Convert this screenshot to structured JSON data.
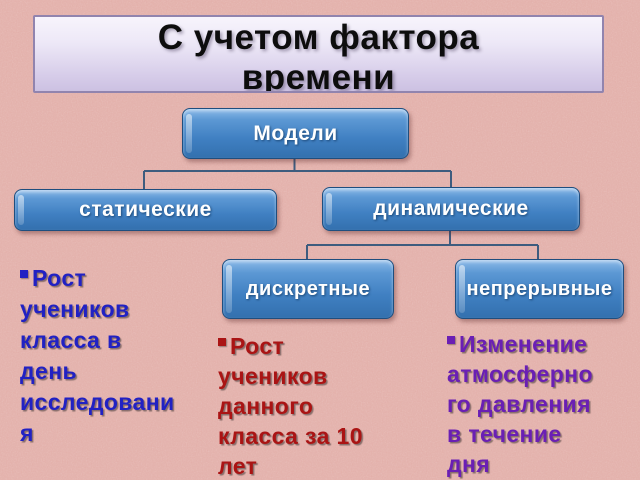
{
  "title": {
    "text": "С учетом фактора времени",
    "lines": [
      "С учетом фактора",
      "времени"
    ]
  },
  "diagram": {
    "root": {
      "label": "Модели"
    },
    "level2": [
      {
        "label": "статические"
      },
      {
        "label": "динамические"
      }
    ],
    "level3": [
      {
        "label": "дискретные"
      },
      {
        "label": "непрерывные"
      }
    ]
  },
  "examples": {
    "static": {
      "marker": "▪",
      "color": "#2121C3",
      "text": "Рост учеников класса в день исследования",
      "lines": [
        "Рост",
        "учеников",
        "класса в",
        "день",
        "исследовани",
        "я"
      ]
    },
    "discrete": {
      "marker": "▪",
      "color": "#AA1414",
      "text": "Рост учеников данного класса за 10 лет",
      "lines": [
        "Рост",
        "учеников",
        "данного",
        "класса за 10",
        "лет"
      ]
    },
    "continuous": {
      "marker": "▪",
      "color": "#6A1FB4",
      "text": "Изменение атмосферного давления в течение дня",
      "lines": [
        "Изменение",
        "атмосферно",
        "го давления",
        "в течение",
        "дня"
      ]
    }
  },
  "colors": {
    "background": "#E3AFA9",
    "title_bg_top": "#F7F4FC",
    "title_bg_bottom": "#CCC1E2",
    "title_border": "#9184AE",
    "title_text": "#0D0D0D",
    "node_fill_top": "#8CBAE8",
    "node_fill_bottom": "#3370AE",
    "node_border": "#1F4E7E",
    "node_text": "#FFFFFF",
    "connector": "#3E5C7E"
  }
}
